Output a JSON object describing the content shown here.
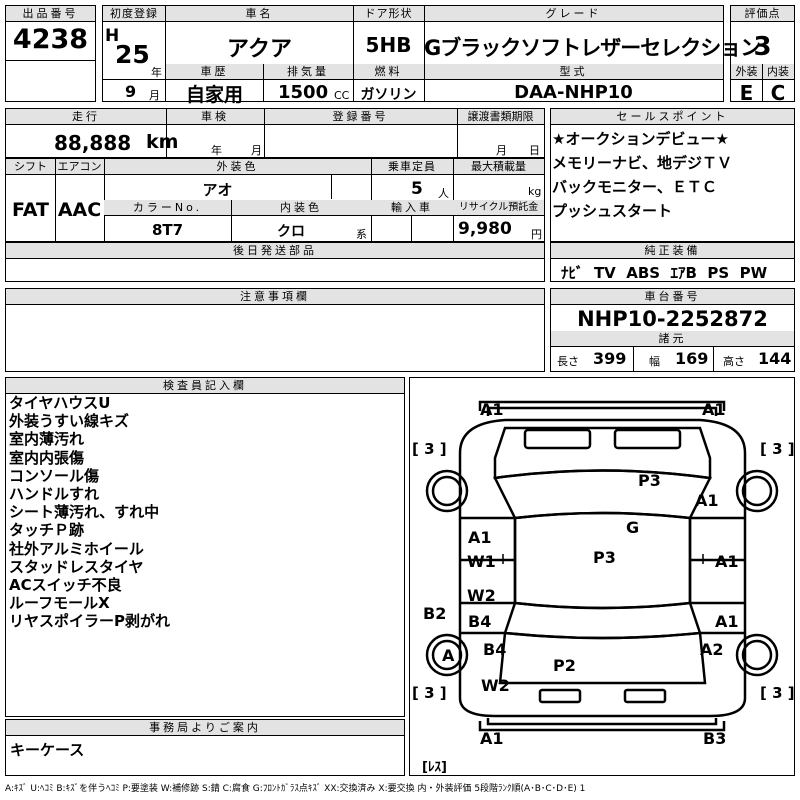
{
  "labels": {
    "lot_no": "出品番号",
    "first_reg": "初度登録",
    "car_name": "車名",
    "door": "ドア形状",
    "grade": "グレード",
    "score": "評価点",
    "history": "車歴",
    "displacement": "排気量",
    "fuel": "燃料",
    "model": "型式",
    "exterior": "外装",
    "interior": "内装",
    "mileage": "走行",
    "inspection": "車検",
    "reg_no": "登録番号",
    "doc_deadline": "譲渡書類期限",
    "shift": "シフト",
    "aircon": "エアコン",
    "ext_color": "外装色",
    "capacity": "乗車定員",
    "max_load": "最大積載量",
    "color_no": "カラーNo.",
    "int_color": "内装色",
    "import": "輸入車",
    "recycle": "リサイクル預託金",
    "sales_point": "セールスポイント",
    "rear_parts": "後日発送部品",
    "genuine": "純正装備",
    "notes": "注意事項欄",
    "chassis": "車台番号",
    "specs": "諸元",
    "inspector": "検査員記入欄",
    "office": "事務局よりご案内"
  },
  "lot": {
    "number": "4238"
  },
  "first_reg": {
    "era": "H",
    "year": "25",
    "year_unit": "年",
    "month": "9",
    "month_unit": "月"
  },
  "car": {
    "name": "アクア",
    "door": "5HB",
    "grade": "Gブラックソフトレザーセレクション"
  },
  "score": {
    "overall": "3",
    "exterior": "E",
    "interior": "C"
  },
  "history": "自家用",
  "displacement": {
    "value": "1500",
    "unit": "CC"
  },
  "fuel": "ガソリン",
  "model_code": "DAA-NHP10",
  "mileage": {
    "value": "88,888",
    "unit": "km"
  },
  "inspection": {
    "year_unit": "年",
    "month_unit": "月"
  },
  "doc_deadline": {
    "month_unit": "月",
    "day_unit": "日"
  },
  "shift": "FAT",
  "aircon": "AAC",
  "ext_color": "アオ",
  "capacity": {
    "value": "5",
    "unit": "人"
  },
  "max_load": {
    "unit": "kg"
  },
  "color_no": "8T7",
  "int_color": {
    "value": "クロ",
    "unit": "系"
  },
  "recycle": {
    "value": "9,980",
    "unit": "円"
  },
  "sales_points": [
    "★オークションデビュー★",
    "メモリーナビ、地デジＴＶ",
    "バックモニター、ＥＴＣ",
    "プッシュスタート"
  ],
  "genuine_equipment": "ﾅﾋﾞ  TV  ABS  ｴｱB  PS  PW",
  "chassis_no": "NHP10-2252872",
  "dimensions": {
    "length_label": "長さ",
    "length": "399",
    "width_label": "幅",
    "width": "169",
    "height_label": "高さ",
    "height": "144"
  },
  "inspector_notes": [
    "タイヤハウスU",
    "外装うすい線キズ",
    "室内薄汚れ",
    "室内内張傷",
    "コンソール傷",
    "ハンドルすれ",
    "シート薄汚れ、すれ中",
    "タッチＰ跡",
    "社外アルミホイール",
    "スタッドレスタイヤ",
    "ACスイッチ不良",
    "ルーフモールX",
    "リヤスポイラーP剥がれ"
  ],
  "office_note": "キーケース",
  "diagram": {
    "tire_tread": "[ 3 ]",
    "spare_tire": "[ﾚｽ]",
    "marks": {
      "front_left": "A1",
      "front_right": "A1",
      "hood": "P3",
      "fender_right": "A1",
      "windshield": "G",
      "roof": "P3",
      "door_fl_a": "A1",
      "door_fl_w": "W1",
      "door_fr": "A1",
      "door_rl_w": "W2",
      "door_rl_b": "B4",
      "door_rr": "A1",
      "side_left": "B2",
      "wheel_left": "A",
      "quarter_left": "B4",
      "quarter_right": "A2",
      "trunk": "P2",
      "rear_left_w": "W2",
      "rear_left": "A1",
      "rear_right": "B3"
    }
  },
  "legend": "A:ｷｽﾞ U:ﾍｺﾐ B:ｷｽﾞを伴うﾍｺﾐ P:要塗装 W:補修跡 S:錆 C:腐食 G:ﾌﾛﾝﾄｶﾞﾗｽ点ｷｽﾞ XX:交換済み X:要交換  内・外装評価 5段階ﾗﾝｸ順(A･B･C･D･E) 1"
}
